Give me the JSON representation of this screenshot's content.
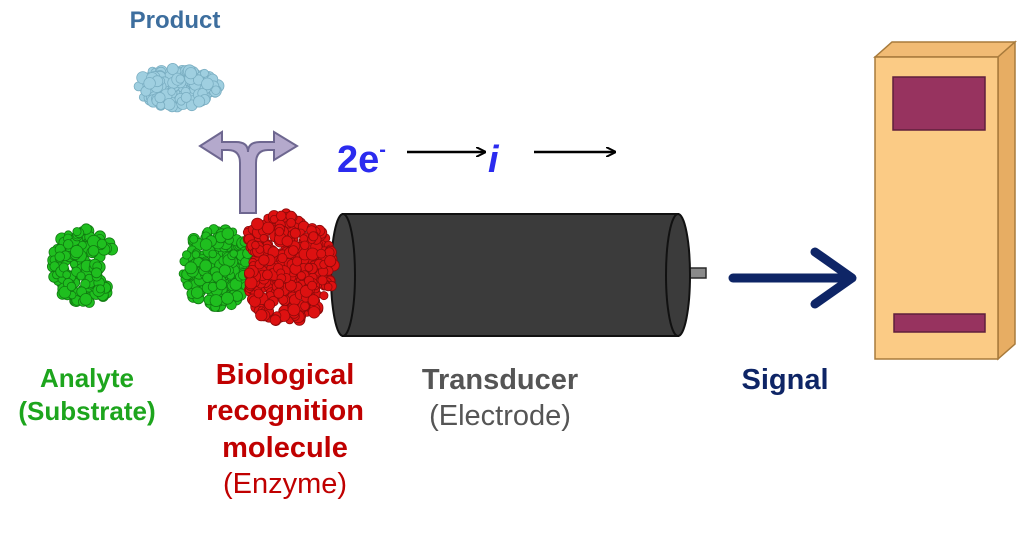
{
  "product": {
    "label": "Product"
  },
  "analyte": {
    "line1": "Analyte",
    "line2": "(Substrate)"
  },
  "biological": {
    "line1": "Biological",
    "line2": "recognition",
    "line3": "molecule",
    "sub": "(Enzyme)"
  },
  "transducer": {
    "label": "Transducer",
    "sub": "(Electrode)"
  },
  "signal": {
    "label": "Signal"
  },
  "reaction": {
    "electrons": "2e",
    "charge": "-",
    "current": "i"
  },
  "colors": {
    "analyte": "#1fbf1f",
    "product": "#9fcfe0",
    "enzyme": "#dd1111",
    "electrode": "#3b3b3b",
    "reaction_text": "#2b2bef",
    "signal_arrow": "#0e2566",
    "meter_body": "#fbcb85",
    "meter_display": "#97335f",
    "split_arrow": "#b4a9cc"
  }
}
